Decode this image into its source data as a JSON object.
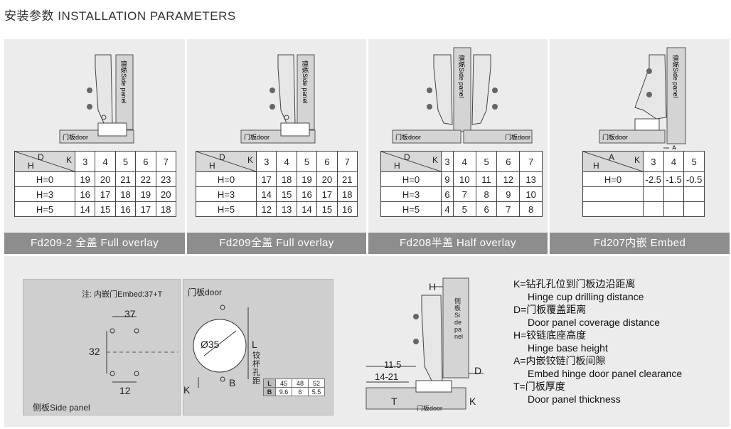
{
  "title": "安装参数  INSTALLATION PARAMETERS",
  "panel_labels": {
    "side_panel": "侧板Side panel",
    "door": "门板door"
  },
  "panels": [
    {
      "band": "Fd209-2 全盖 Full overlay",
      "corner_top": "D",
      "corner_k": "K",
      "corner_bottom": "H",
      "cols": [
        "3",
        "4",
        "5",
        "6",
        "7"
      ],
      "rows": [
        [
          "H=0",
          "19",
          "20",
          "21",
          "22",
          "23"
        ],
        [
          "H=3",
          "16",
          "17",
          "18",
          "19",
          "20"
        ],
        [
          "H=5",
          "14",
          "15",
          "16",
          "17",
          "18"
        ]
      ]
    },
    {
      "band": "Fd209全盖 Full overlay",
      "corner_top": "D",
      "corner_k": "K",
      "corner_bottom": "H",
      "cols": [
        "3",
        "4",
        "5",
        "6",
        "7"
      ],
      "rows": [
        [
          "H=0",
          "17",
          "18",
          "19",
          "20",
          "21"
        ],
        [
          "H=3",
          "14",
          "15",
          "16",
          "17",
          "18"
        ],
        [
          "H=5",
          "12",
          "13",
          "14",
          "15",
          "16"
        ]
      ]
    },
    {
      "band": "Fd208半盖 Half overlay",
      "corner_top": "D",
      "corner_k": "K",
      "corner_bottom": "H",
      "cols": [
        "3",
        "4",
        "5",
        "6",
        "7"
      ],
      "rows": [
        [
          "H=0",
          "9",
          "10",
          "11",
          "12",
          "13"
        ],
        [
          "H=3",
          "6",
          "7",
          "8",
          "9",
          "10"
        ],
        [
          "H=5",
          "4",
          "5",
          "6",
          "7",
          "8"
        ]
      ]
    },
    {
      "band": "Fd207内嵌 Embed",
      "corner_top": "A",
      "corner_k": "K",
      "corner_bottom": "H",
      "cols": [
        "3",
        "4",
        "5"
      ],
      "rows": [
        [
          "H=0",
          "-2.5",
          "-1.5",
          "-0.5"
        ],
        [
          "",
          "",
          "",
          ""
        ],
        [
          "",
          "",
          "",
          ""
        ]
      ]
    }
  ],
  "embed_marker": "A",
  "bottom": {
    "note": "注: 内嵌门Embed:37+T",
    "side_panel": "侧板Side panel",
    "door_panel": "门板door",
    "dim_37": "37",
    "dim_32": "32",
    "dim_12": "12",
    "dia": "Ø35",
    "k": "K",
    "b": "B",
    "l": "L",
    "l_cn": "铰杯孔距",
    "ltable": {
      "row1": [
        "L",
        "45",
        "48",
        "52"
      ],
      "row2": [
        "B",
        "9.6",
        "6",
        "5.5"
      ]
    },
    "side_dims": {
      "d115": "11.5",
      "d1421": "14-21",
      "t": "T",
      "h": "H",
      "d": "D",
      "k": "K",
      "side_panel": "侧板Side panel",
      "door": "门板door"
    }
  },
  "legend": [
    {
      "key": "K=钻孔孔位到门板边沿距离",
      "val": "Hinge cup drilling distance"
    },
    {
      "key": "D=门板覆盖距离",
      "val": "Door panel coverage distance"
    },
    {
      "key": "H=铰链底座高度",
      "val": "Hinge base height"
    },
    {
      "key": "A=内嵌铰链门板间隙",
      "val": "Embed hinge door panel clearance"
    },
    {
      "key": "T=门板厚度",
      "val": "Door panel thickness"
    }
  ]
}
